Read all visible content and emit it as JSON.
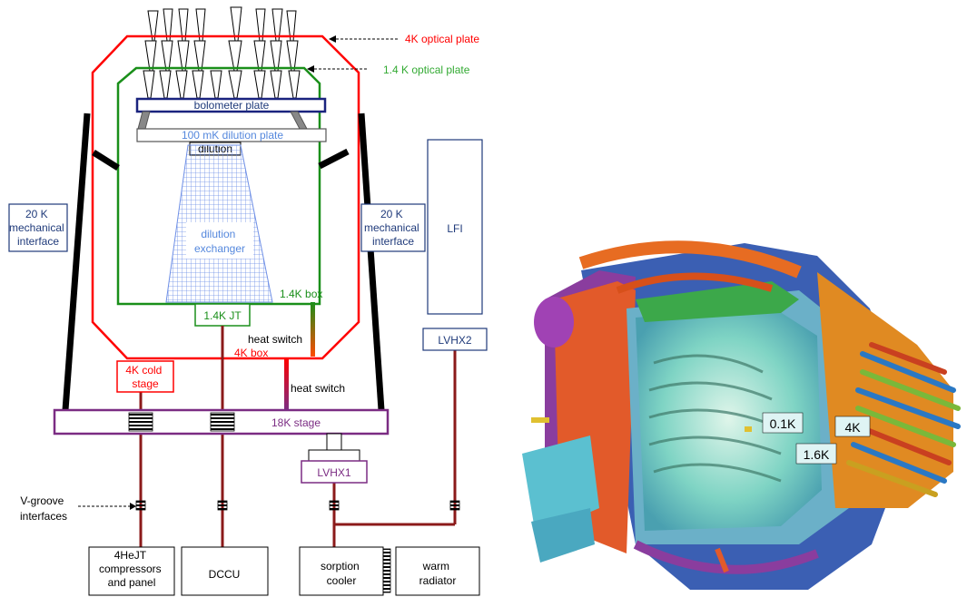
{
  "labels": {
    "optical_4k": "4K optical plate",
    "optical_1_4k": "1.4 K  optical plate",
    "bolometer_plate": "bolometer plate",
    "dilution_plate": "100 mK dilution plate",
    "dilution_small": "dilution",
    "dilution_exchanger": [
      "dilution",
      "exchanger"
    ],
    "mech_left": [
      "20 K",
      "mechanical",
      "interface"
    ],
    "mech_right": [
      "20 K",
      "mechanical",
      "interface"
    ],
    "lfi": "LFI",
    "box_1_4k": "1.4K box",
    "jt_1_4k": "1.4K JT",
    "heat_switch_1": "heat switch",
    "box_4k": "4K box",
    "heat_switch_2": "heat switch",
    "lvhx2": "LVHX2",
    "cold_stage_4k": [
      "4K cold",
      "stage"
    ],
    "stage_18k": "18K stage",
    "lvhx1": "LVHX1",
    "vgroove": [
      "V-groove",
      "interfaces"
    ],
    "comp_4hejt": [
      "4HeJT",
      "compressors",
      "and panel"
    ],
    "dccu": "DCCU",
    "sorption": [
      "sorption",
      "cooler"
    ],
    "warm_radiator": [
      "warm",
      "radiator"
    ]
  },
  "render_labels": {
    "t_0_1k": "0.1K",
    "t_4k": "4K",
    "t_1_6k": "1.6K"
  },
  "colors": {
    "red": "#ff0000",
    "green": "#1a8f1a",
    "navy": "#1f3a7a",
    "purple": "#7b2c83",
    "dark_red": "#8b1a1a",
    "blue_text": "#5588dd",
    "grid_blue": "#6e8fe6"
  }
}
